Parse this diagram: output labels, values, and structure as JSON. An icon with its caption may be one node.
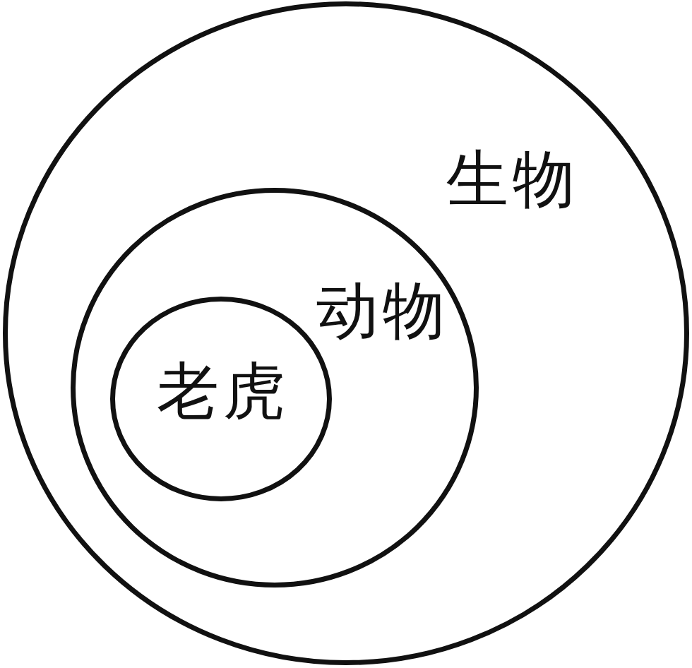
{
  "diagram": {
    "nodes": [
      {
        "text": [
          "生物"
        ]
      },
      {
        "text": [
          "动物"
        ],
        "in": 0
      },
      {
        "text": [
          "老虎"
        ],
        "in": 1
      }
    ]
  }
}
